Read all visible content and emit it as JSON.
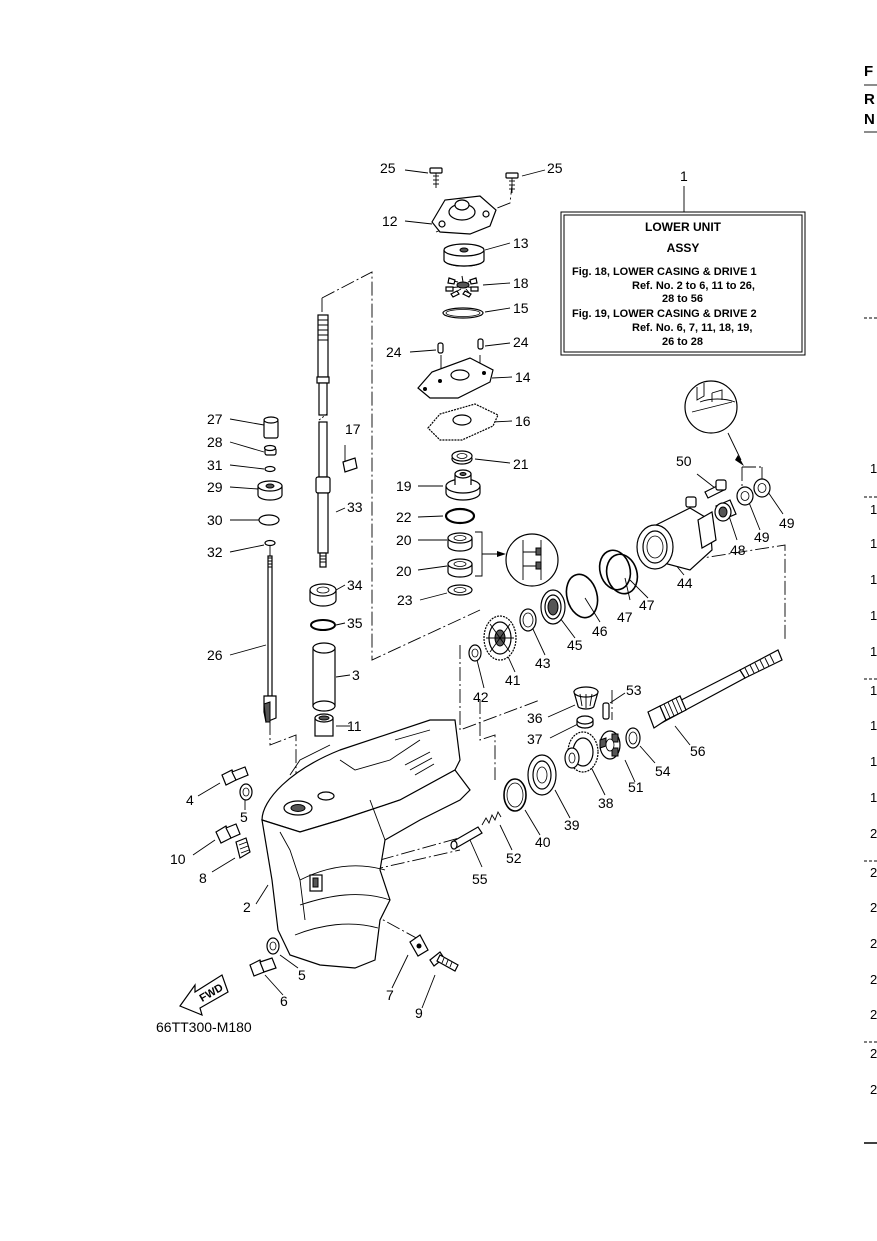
{
  "edge_labels": {
    "top": [
      "F",
      "R",
      "N"
    ],
    "right": [
      "1",
      "1",
      "1",
      "1",
      "1",
      "1",
      "1",
      "1",
      "1",
      "1",
      "2",
      "2",
      "2",
      "2",
      "2",
      "2",
      "2",
      "2"
    ]
  },
  "info_box": {
    "callout": "1",
    "title_line1": "LOWER UNIT",
    "title_line2": "ASSY",
    "lines": [
      "Fig. 18, LOWER CASING & DRIVE 1",
      "Ref. No. 2 to 6, 11 to 26,",
      "28 to 56",
      "Fig. 19, LOWER CASING & DRIVE 2",
      "Ref. No. 6, 7, 11, 18, 19,",
      "26 to 28"
    ]
  },
  "fwd_label": "FWD",
  "diagram_code": "66TT300-M180",
  "callouts": [
    {
      "id": "c25a",
      "text": "25"
    },
    {
      "id": "c25b",
      "text": "25"
    },
    {
      "id": "c12",
      "text": "12"
    },
    {
      "id": "c13",
      "text": "13"
    },
    {
      "id": "c18",
      "text": "18"
    },
    {
      "id": "c15",
      "text": "15"
    },
    {
      "id": "c24a",
      "text": "24"
    },
    {
      "id": "c24b",
      "text": "24"
    },
    {
      "id": "c14",
      "text": "14"
    },
    {
      "id": "c16",
      "text": "16"
    },
    {
      "id": "c21",
      "text": "21"
    },
    {
      "id": "c19",
      "text": "19"
    },
    {
      "id": "c22",
      "text": "22"
    },
    {
      "id": "c20a",
      "text": "20"
    },
    {
      "id": "c20b",
      "text": "20"
    },
    {
      "id": "c23",
      "text": "23"
    },
    {
      "id": "c27",
      "text": "27"
    },
    {
      "id": "c28",
      "text": "28"
    },
    {
      "id": "c31",
      "text": "31"
    },
    {
      "id": "c29",
      "text": "29"
    },
    {
      "id": "c30",
      "text": "30"
    },
    {
      "id": "c32",
      "text": "32"
    },
    {
      "id": "c26",
      "text": "26"
    },
    {
      "id": "c17",
      "text": "17"
    },
    {
      "id": "c33",
      "text": "33"
    },
    {
      "id": "c34",
      "text": "34"
    },
    {
      "id": "c35",
      "text": "35"
    },
    {
      "id": "c3",
      "text": "3"
    },
    {
      "id": "c11",
      "text": "11"
    },
    {
      "id": "c50",
      "text": "50"
    },
    {
      "id": "c49a",
      "text": "49"
    },
    {
      "id": "c49b",
      "text": "49"
    },
    {
      "id": "c48",
      "text": "48"
    },
    {
      "id": "c44",
      "text": "44"
    },
    {
      "id": "c47a",
      "text": "47"
    },
    {
      "id": "c47b",
      "text": "47"
    },
    {
      "id": "c46",
      "text": "46"
    },
    {
      "id": "c45",
      "text": "45"
    },
    {
      "id": "c43",
      "text": "43"
    },
    {
      "id": "c41",
      "text": "41"
    },
    {
      "id": "c42",
      "text": "42"
    },
    {
      "id": "c53",
      "text": "53"
    },
    {
      "id": "c36",
      "text": "36"
    },
    {
      "id": "c37",
      "text": "37"
    },
    {
      "id": "c56",
      "text": "56"
    },
    {
      "id": "c54",
      "text": "54"
    },
    {
      "id": "c51",
      "text": "51"
    },
    {
      "id": "c38",
      "text": "38"
    },
    {
      "id": "c39",
      "text": "39"
    },
    {
      "id": "c40",
      "text": "40"
    },
    {
      "id": "c52",
      "text": "52"
    },
    {
      "id": "c55",
      "text": "55"
    },
    {
      "id": "c4",
      "text": "4"
    },
    {
      "id": "c5a",
      "text": "5"
    },
    {
      "id": "c10",
      "text": "10"
    },
    {
      "id": "c8",
      "text": "8"
    },
    {
      "id": "c2",
      "text": "2"
    },
    {
      "id": "c5b",
      "text": "5"
    },
    {
      "id": "c6",
      "text": "6"
    },
    {
      "id": "c7",
      "text": "7"
    },
    {
      "id": "c9",
      "text": "9"
    }
  ]
}
